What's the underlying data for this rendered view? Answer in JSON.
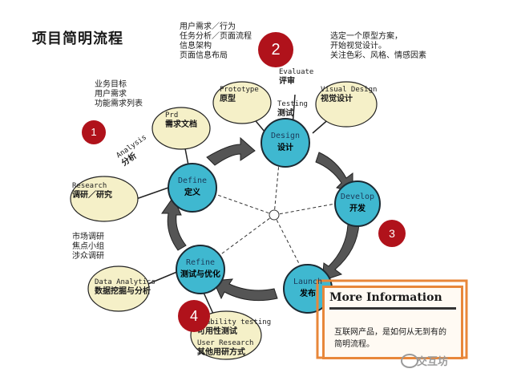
{
  "title": "项目简明流程",
  "nodes": {
    "define": {
      "en": "Define",
      "zh": "定义"
    },
    "design": {
      "en": "Design",
      "zh": "设计"
    },
    "develop": {
      "en": "Develop",
      "zh": "开发"
    },
    "launch": {
      "en": "Launch",
      "zh": "发布"
    },
    "refine": {
      "en": "Refine",
      "zh": "测试与优化"
    }
  },
  "steps": {
    "research": {
      "en": "Research",
      "zh": "调研／研究",
      "notes": [
        "市场调研",
        "焦点小组",
        "涉众调研"
      ]
    },
    "analysis": {
      "en": "Analysis",
      "zh": "分析"
    },
    "prd": {
      "en": "Prd",
      "zh": "需求文档",
      "notes": [
        "业务目标",
        "用户需求",
        "功能需求列表"
      ]
    },
    "prototype": {
      "en": "Prototype",
      "zh": "原型",
      "notes": [
        "用户需求／行为",
        "任务分析／页面流程",
        "信息架构",
        "页面信息布局"
      ]
    },
    "evaluate": {
      "en": "Evaluate",
      "zh": "评审"
    },
    "testing": {
      "en": "Testing",
      "zh": "测试"
    },
    "visual_design": {
      "en": "Visual Design",
      "zh": "视觉设计",
      "notes": [
        "选定一个原型方案，",
        "开始视觉设计。",
        "关注色彩、风格、情感因素"
      ]
    },
    "data_analytics": {
      "en": "Data Analytics",
      "zh": "数据挖掘与分析"
    },
    "usability_testing": {
      "en": "Usability testing",
      "zh": "可用性测试"
    },
    "user_research": {
      "en": "User Research",
      "zh": "其他用研方式"
    }
  },
  "badges": [
    "1",
    "2",
    "3",
    "4"
  ],
  "more_info": {
    "title": "More Information",
    "body": [
      "互联网产品，是如何从无到有的",
      "简明流程。"
    ]
  },
  "watermark": "交互坊",
  "colors": {
    "node_fill": "#3fb8d0",
    "badge": "#b0121b",
    "box_border": "#e8873a",
    "bubble_fill": "#f5f0c8"
  }
}
